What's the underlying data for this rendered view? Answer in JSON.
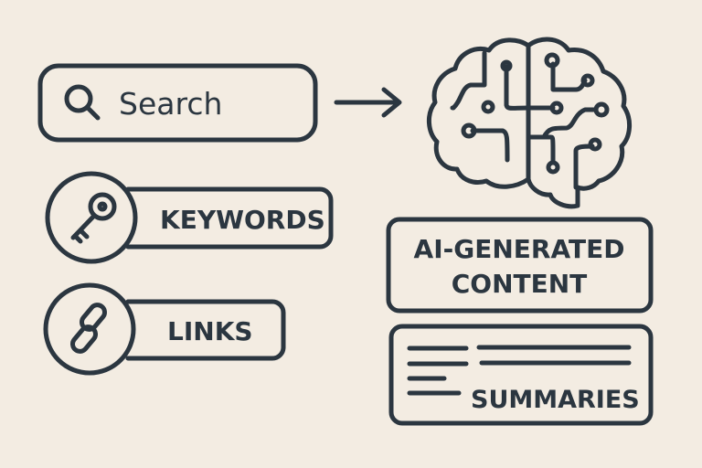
{
  "search": {
    "label": "Search",
    "icon": "search-icon"
  },
  "keywords": {
    "label": "KEYWORDS",
    "icon": "key-icon"
  },
  "links": {
    "label": "LINKS",
    "icon": "link-icon"
  },
  "brain": {
    "icon": "brain-circuit-icon"
  },
  "ai_content": {
    "line1": "AI-GENERATED",
    "line2": "CONTENT"
  },
  "summaries": {
    "label": "SUMMARIES",
    "icon": "text-lines-icon"
  },
  "colors": {
    "background": "#f3ece2",
    "ink": "#2b3640"
  }
}
